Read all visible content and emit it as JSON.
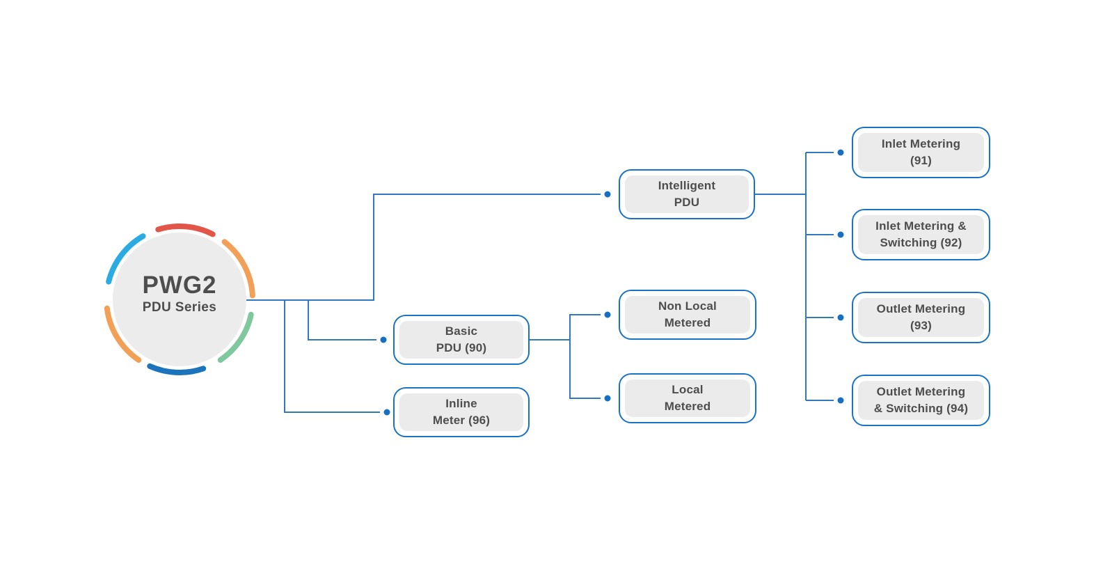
{
  "diagram": {
    "root": {
      "title": "PWG2",
      "subtitle": "PDU Series"
    },
    "nodes": {
      "intelligent": {
        "label": "Intelligent\nPDU"
      },
      "basic": {
        "label": "Basic\nPDU (90)"
      },
      "inline": {
        "label": "Inline\nMeter (96)"
      },
      "non_local": {
        "label": "Non Local\nMetered"
      },
      "local": {
        "label": "Local\nMetered"
      },
      "inlet_91": {
        "label": "Inlet Metering\n(91)"
      },
      "inlet_92": {
        "label": "Inlet Metering &\nSwitching (92)"
      },
      "outlet_93": {
        "label": "Outlet Metering\n(93)"
      },
      "outlet_94": {
        "label": "Outlet Metering\n& Switching (94)"
      }
    },
    "colors": {
      "line": "#3079BE",
      "dot": "#176FC1",
      "node_border": "#1A73C2",
      "node_fill": "#FFFFFF",
      "node_inner": "#EBEBEB",
      "text": "#4D4D4D",
      "circle_fill": "#ECECEC",
      "arc_red": "#E2564A",
      "arc_orange": "#F2A057",
      "arc_cyan": "#2AACE3",
      "arc_blue": "#1C75BC",
      "arc_green": "#7FC79C"
    }
  }
}
